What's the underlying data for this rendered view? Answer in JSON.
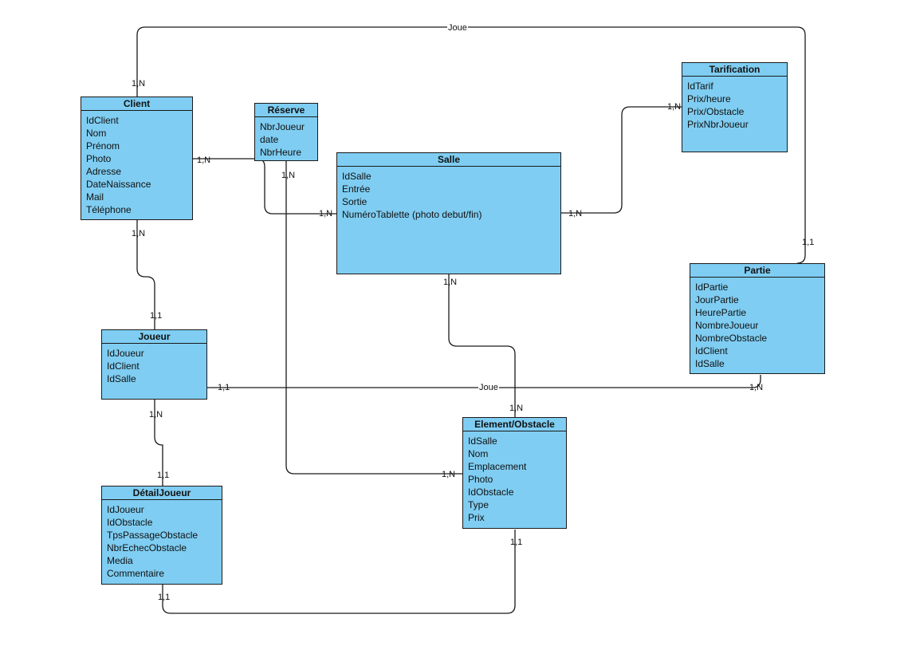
{
  "entities": {
    "client": {
      "title": "Client",
      "attrs": [
        "IdClient",
        "Nom",
        "Prénom",
        "Photo",
        "Adresse",
        "DateNaissance",
        "Mail",
        "Téléphone"
      ]
    },
    "reserve": {
      "title": "Réserve",
      "attrs": [
        "NbrJoueur",
        "date",
        "NbrHeure"
      ]
    },
    "tarification": {
      "title": "Tarification",
      "attrs": [
        "IdTarif",
        "Prix/heure",
        "Prix/Obstacle",
        "PrixNbrJoueur"
      ]
    },
    "salle": {
      "title": "Salle",
      "attrs": [
        "IdSalle",
        "Entrée",
        "Sortie",
        "NuméroTablette (photo debut/fin)"
      ]
    },
    "partie": {
      "title": "Partie",
      "attrs": [
        "IdPartie",
        "JourPartie",
        "HeurePartie",
        "NombreJoueur",
        "NombreObstacle",
        "IdClient",
        "IdSalle"
      ]
    },
    "joueur": {
      "title": "Joueur",
      "attrs": [
        "IdJoueur",
        "IdClient",
        "IdSalle"
      ]
    },
    "element": {
      "title": "Element/Obstacle",
      "attrs": [
        "IdSalle",
        "Nom",
        "Emplacement",
        "Photo",
        "IdObstacle",
        "Type",
        "Prix"
      ]
    },
    "detail": {
      "title": "DétailJoueur",
      "attrs": [
        "IdJoueur",
        "IdObstacle",
        "TpsPassageObstacle",
        "NbrEchecObstacle",
        "Media",
        "Commentaire"
      ]
    }
  },
  "labels": {
    "joue_top": "Joue",
    "client_joue": "1,N",
    "partie_joue": "1,1",
    "client_reserve": "1,N",
    "salle_reserve": "1,N",
    "reserve_element": "1,N",
    "element_reserve": "1,N",
    "tarif_link": "1,N",
    "salle_tarif": "1,N",
    "client_joueur": "1,N",
    "joueur_client": "1,1",
    "salle_element": "1,N",
    "element_salle": "1,N",
    "joueur_partie": "1,1",
    "joue_mid": "Joue",
    "partie_joueur": "1,N",
    "joueur_detail": "1,N",
    "detail_joueur": "1,1",
    "element_detail": "1,1",
    "detail_element": "1,1"
  },
  "colors": {
    "entity_fill": "#7fcdf2",
    "border": "#1a1a1a",
    "line": "#1a1a1a"
  }
}
